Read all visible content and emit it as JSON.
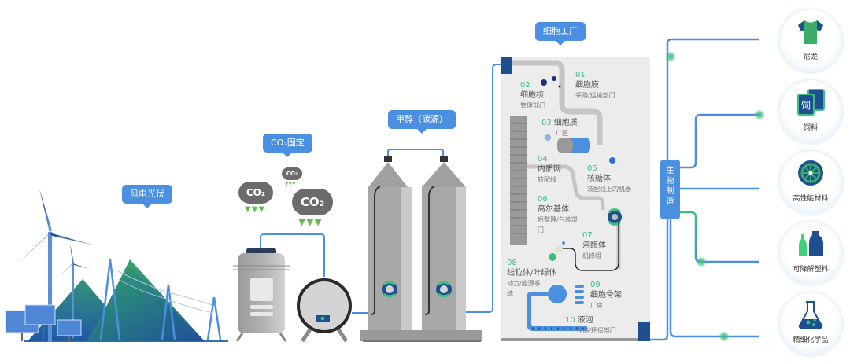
{
  "callouts": {
    "wind_solar": "风电光伏",
    "co2_fixation": "CO₂固定",
    "methanol": "甲醇（碳源）",
    "cell_factory": "细胞工厂"
  },
  "co2_clouds": [
    {
      "label": "CO₂"
    },
    {
      "label": "CO₂"
    },
    {
      "label": "CO₂"
    }
  ],
  "cell_factory": {
    "steps": [
      {
        "num": "01",
        "name": "细胞膜",
        "sub": "采购/运输部门"
      },
      {
        "num": "02",
        "name": "细胞核",
        "sub": "管理部门"
      },
      {
        "num": "03",
        "name": "细胞质",
        "sub": "厂区"
      },
      {
        "num": "04",
        "name": "内质网",
        "sub": "转配线"
      },
      {
        "num": "05",
        "name": "核糖体",
        "sub": "装配线上的机器"
      },
      {
        "num": "06",
        "name": "高尔基体",
        "sub": "后整理/包装部门"
      },
      {
        "num": "07",
        "name": "溶酶体",
        "sub": "机修组"
      },
      {
        "num": "08",
        "name": "线粒体/叶绿体",
        "sub": "动力/能源系统"
      },
      {
        "num": "09",
        "name": "细胞骨架",
        "sub": "厂房"
      },
      {
        "num": "10",
        "name": "液泡",
        "sub": "仓储/环保部门"
      }
    ]
  },
  "bio_manufacturing": {
    "label": [
      "生",
      "物",
      "制",
      "造"
    ]
  },
  "products": [
    {
      "label": "尼龙",
      "icon": "tshirt-icon"
    },
    {
      "label": "饲料",
      "icon": "feed-can-icon"
    },
    {
      "label": "高性能材料",
      "icon": "tire-icon"
    },
    {
      "label": "可降解塑料",
      "icon": "bottles-icon"
    },
    {
      "label": "精细化学品",
      "icon": "flask-icon"
    }
  ],
  "feed_icon_char": "饲",
  "colors": {
    "accent_blue": "#4a8fe0",
    "green": "#3fbf7f",
    "dark_blue": "#1d4f91"
  }
}
